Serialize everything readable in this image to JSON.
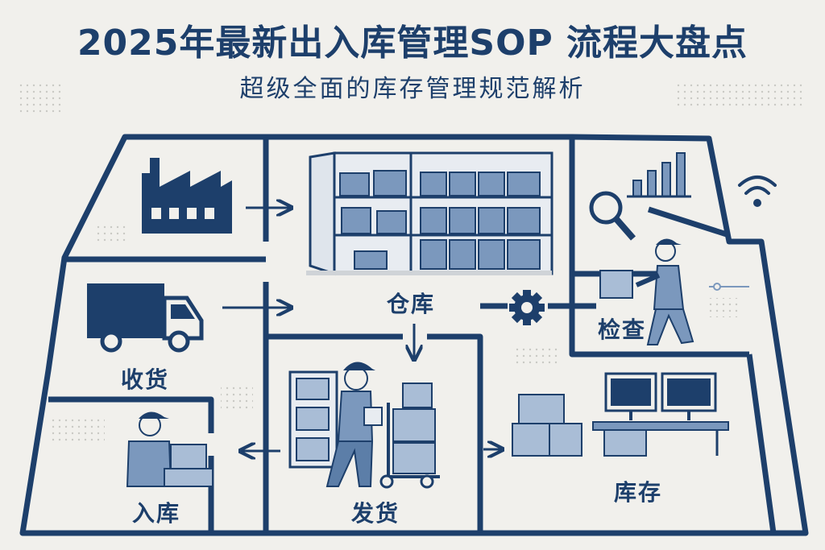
{
  "header": {
    "title": "2025年最新出入库管理SOP 流程大盘点",
    "subtitle": "超级全面的库存管理规范解析"
  },
  "zones": {
    "warehouse": "仓库",
    "receiving": "收货",
    "inbound": "入库",
    "shipping": "发货",
    "inspection": "检查",
    "inventory": "库存"
  },
  "icons": [
    "factory-icon",
    "truck-icon",
    "gear-icon",
    "magnifier-icon",
    "bar-chart-icon",
    "wifi-icon",
    "shelf-icon",
    "worker-icon",
    "computer-icon",
    "boxes-icon"
  ],
  "colors": {
    "background": "#f1f0ec",
    "primary": "#1d3f6b",
    "secondary": "#7b98bd",
    "light": "#a9bdd6"
  }
}
